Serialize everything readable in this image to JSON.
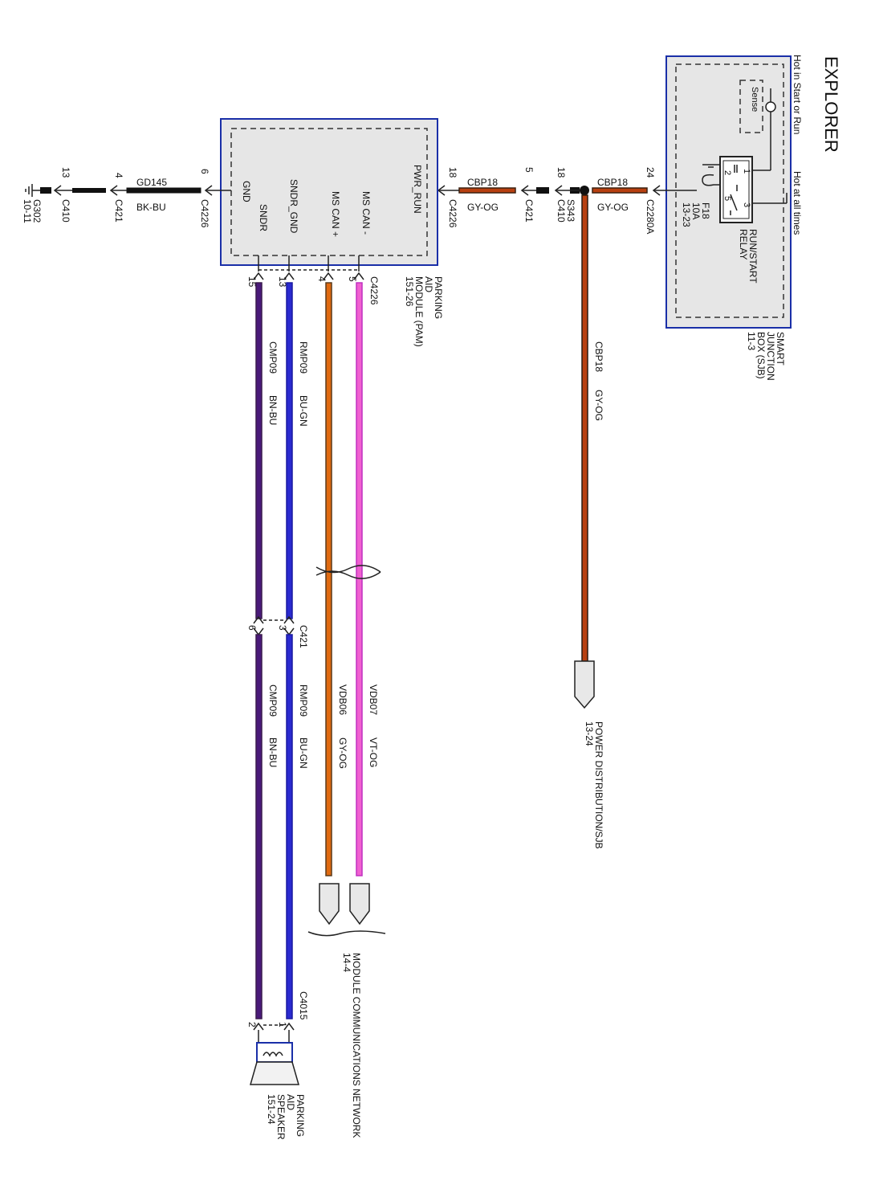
{
  "title": "EXPLORER",
  "sjb": {
    "name_lines": [
      "SMART",
      "JUNCTION",
      "BOX (SJB)",
      "11-3"
    ],
    "hot_start_run": "Hot in Start or Run",
    "hot_all_times": "Hot at all times",
    "sense": "Sense",
    "relay_lines": [
      "RUN/START",
      "RELAY"
    ],
    "relay_pins": [
      "1",
      "2",
      "3",
      "5"
    ],
    "fuse_lines": [
      "F18",
      "10A",
      "13-23"
    ]
  },
  "pam": {
    "name_lines": [
      "PARKING",
      "AID",
      "MODULE (PAM)",
      "151-26"
    ],
    "pins": {
      "pwr_run": "PWR_RUN",
      "gnd": "GND",
      "sndr_gnd": "SNDR_GND",
      "sndr": "SNDR",
      "ms_can_minus": "MS CAN -",
      "ms_can_plus": "MS CAN +"
    }
  },
  "power_feed": {
    "c2280a": "C2280A",
    "c2280a_pin": "24",
    "circuit": "CBP18",
    "color": "GY-OG",
    "s343": "S343",
    "c410": "C410",
    "c410_pin": "18",
    "c421": "C421",
    "c421_pin": "5",
    "c4226": "C4226",
    "c4226_pin": "18",
    "branch_circuit": "CBP18",
    "branch_color": "GY-OG",
    "dest_lines": [
      "POWER DISTRIBUTION/SJB",
      "13-24"
    ]
  },
  "ground": {
    "c4226": "C4226",
    "c4226_pin": "6",
    "circuit": "GD145",
    "color": "BK-BU",
    "c421": "C421",
    "c421_pin": "4",
    "c410": "C410",
    "c410_pin": "13",
    "g302": "G302",
    "g302_ref": "10-11"
  },
  "pam_bottom": {
    "connector": "C4226",
    "pins": [
      "15",
      "13",
      "4",
      "5"
    ]
  },
  "wires": [
    {
      "circuit": "CMP09",
      "color": "BN-BU",
      "stroke": "#3a1a4e",
      "core": "#4a1a7a"
    },
    {
      "circuit": "RMP09",
      "color": "BU-GN",
      "stroke": "#1a1aa0",
      "core": "#2a2ad0"
    },
    {
      "circuit": "VDB06",
      "color": "GY-OG",
      "stroke": "#5a3a1a",
      "core": "#e06a10"
    },
    {
      "circuit": "VDB07",
      "color": "VT-OG",
      "stroke": "#c030c0",
      "core": "#f060d0"
    }
  ],
  "mid_connector": {
    "name": "C421",
    "pin_cmp": "6",
    "pin_rmp": "3"
  },
  "mcn": {
    "lines": [
      "MODULE COMMUNICATIONS NETWORK",
      "14-4"
    ]
  },
  "speaker": {
    "connector": "C4015",
    "pins": [
      "2",
      "1"
    ],
    "name_lines": [
      "PARKING",
      "AID",
      "SPEAKER",
      "151-24"
    ]
  }
}
